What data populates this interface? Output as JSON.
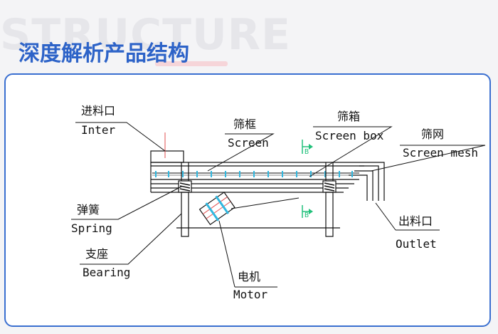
{
  "header": {
    "watermark": "STRUCTURE",
    "title": "深度解析产品结构"
  },
  "diagram": {
    "labels": {
      "inlet_cn": "进料口",
      "inlet_en": "Inter",
      "frame_cn": "筛框",
      "frame_en": "Screen",
      "box_cn": "筛箱",
      "box_en": "Screen box",
      "mesh_cn": "筛网",
      "mesh_en": "Screen mesh",
      "spring_cn": "弹簧",
      "spring_en": "Spring",
      "bearing_cn": "支座",
      "bearing_en": "Bearing",
      "outlet_cn": "出料口",
      "outlet_en": "Outlet",
      "motor_cn": "电机",
      "motor_en": "Motor",
      "marker_b_top": "B",
      "marker_b_bottom": "B"
    },
    "colors": {
      "title": "#2d63c8",
      "card_border": "#3a6fd0",
      "marker": "#21c07a",
      "mesh_dots": "#30b8e0",
      "line": "#111111"
    }
  }
}
